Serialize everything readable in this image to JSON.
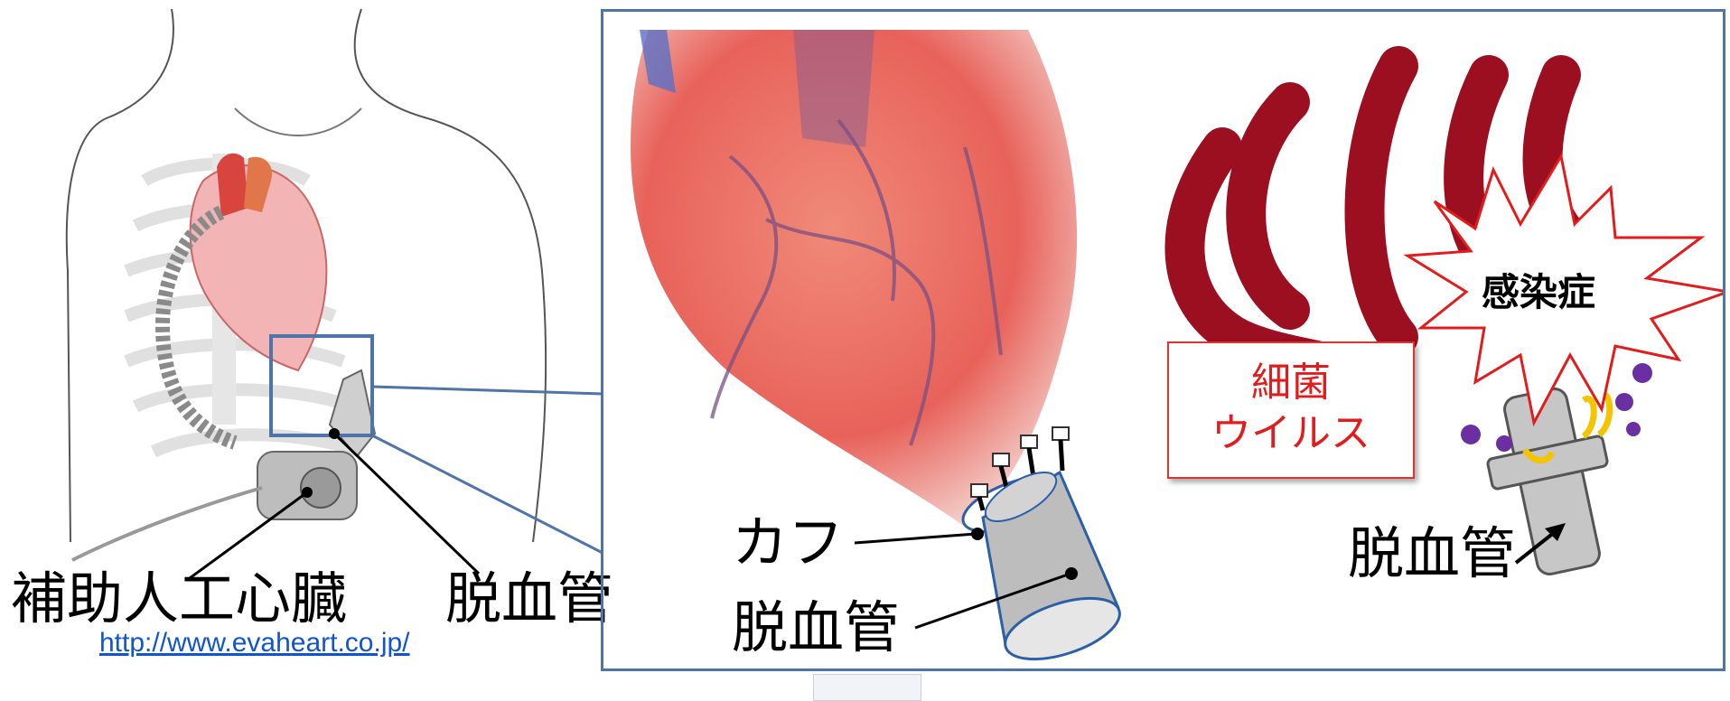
{
  "labels": {
    "device": "補助人工心臓",
    "tube_left": "脱血管",
    "cuff": "カフ",
    "tube_center": "脱血管",
    "tube_right": "脱血管",
    "infection": "感染症",
    "pathogen_line1": "細菌",
    "pathogen_line2": "ウイルス"
  },
  "source_url": "http://www.evaheart.co.jp/",
  "colors": {
    "frame": "#4e74a8",
    "heart": "#e8625a",
    "vessel": "#9b0f20",
    "device": "#b9b9b9",
    "pathogen_text": "#e21c1c",
    "link": "#1155cc"
  }
}
